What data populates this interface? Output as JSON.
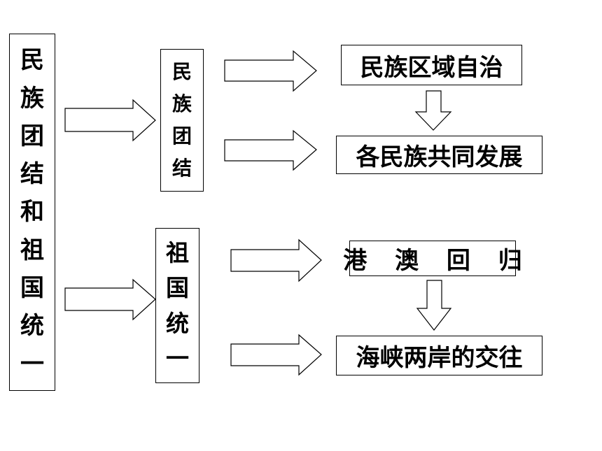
{
  "diagram": {
    "main": {
      "label": "民族团结和祖国统一",
      "chars": [
        "民",
        "族",
        "团",
        "结",
        "和",
        "祖",
        "国",
        "统",
        "一"
      ]
    },
    "branches": [
      {
        "label": "民族团结",
        "chars": [
          "民",
          "族",
          "团",
          "结"
        ],
        "outcomes": [
          "民族区域自治",
          "各民族共同发展"
        ]
      },
      {
        "label": "祖国统一",
        "chars": [
          "祖",
          "国",
          "统",
          "一"
        ],
        "outcomes": [
          "港 澳 回 归",
          "海峡两岸的交往"
        ]
      }
    ]
  }
}
